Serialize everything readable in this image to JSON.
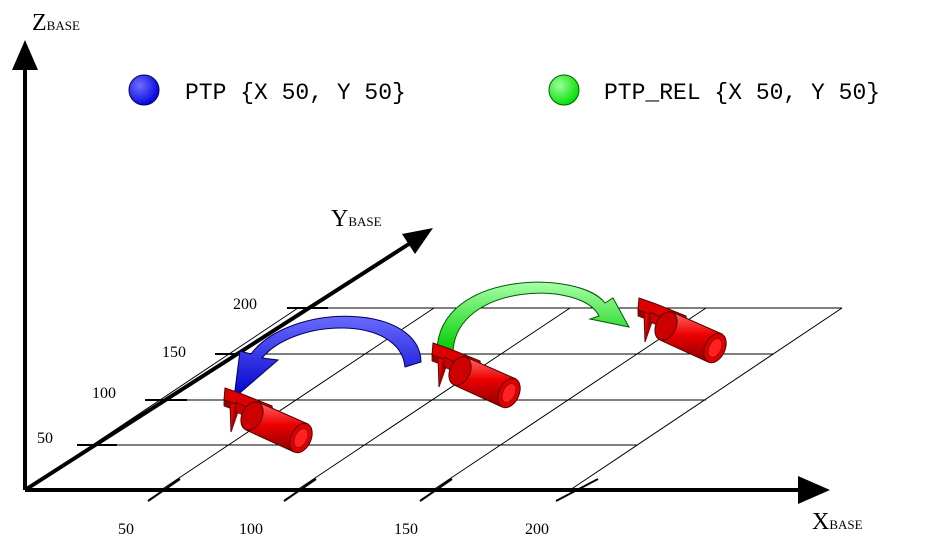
{
  "axes": {
    "z": {
      "letter": "Z",
      "sub": "BASE"
    },
    "y": {
      "letter": "Y",
      "sub": "BASE"
    },
    "x": {
      "letter": "X",
      "sub": "BASE"
    }
  },
  "ticks": {
    "x": [
      "50",
      "100",
      "150",
      "200"
    ],
    "y": [
      "50",
      "100",
      "150",
      "200"
    ]
  },
  "legend": [
    {
      "label": "PTP {X 50, Y 50}",
      "color": "#0000ff"
    },
    {
      "label": "PTP_REL {X 50, Y 50}",
      "color": "#00ff00"
    }
  ],
  "colors": {
    "tool": "#ff0000",
    "ptp_arrow": "#0000ff",
    "ptp_rel_arrow": "#00ff00"
  }
}
